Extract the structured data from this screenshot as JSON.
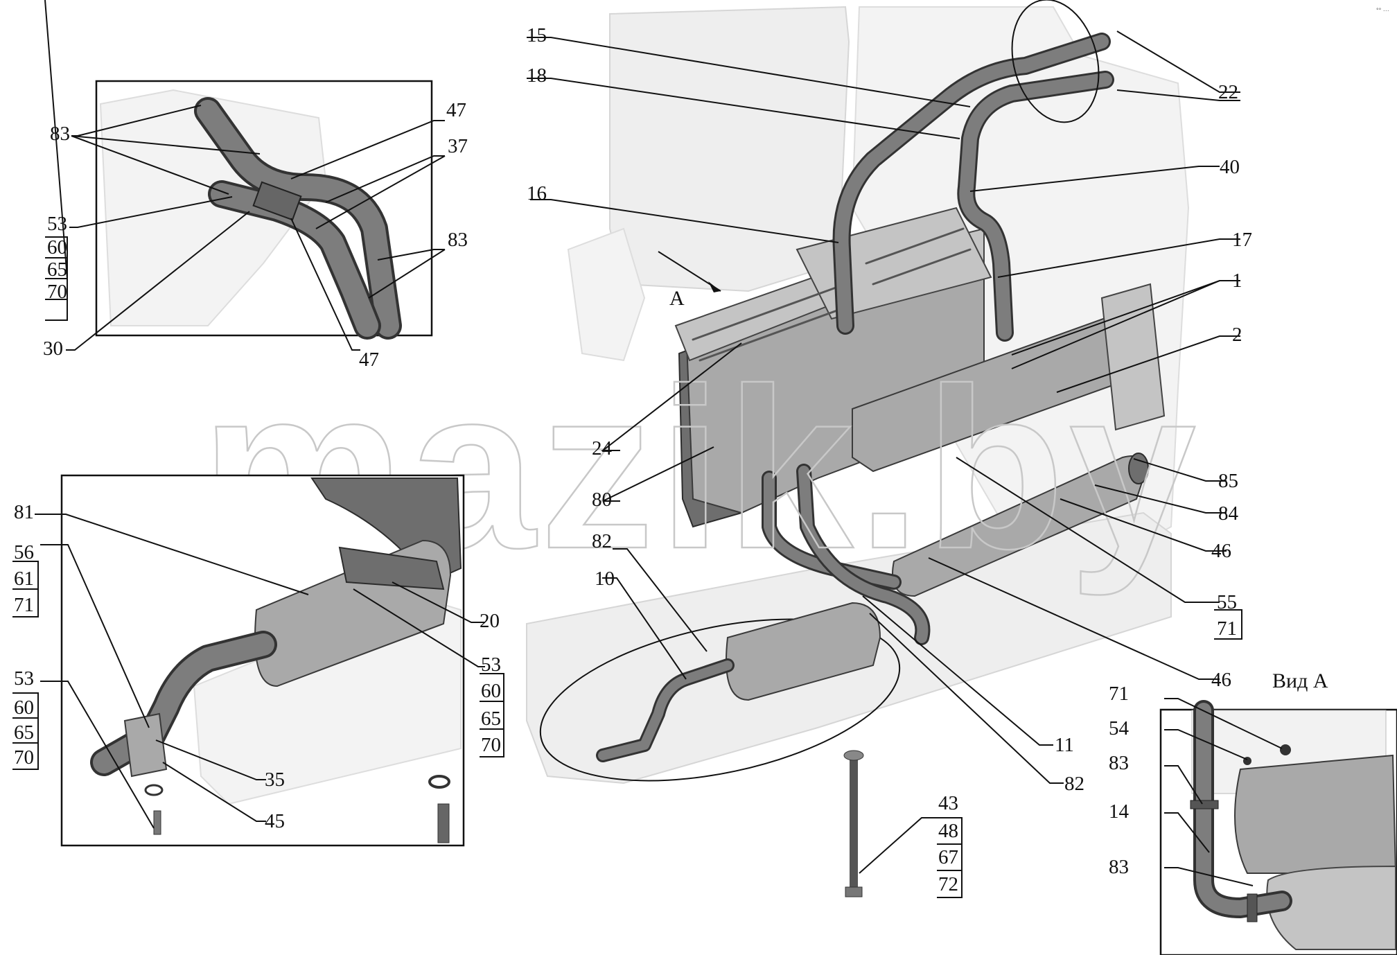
{
  "watermark": "mazik.by",
  "corner_mark": "°° ···",
  "view_title": "Вид А",
  "view_marker": "А",
  "labels": {
    "l15": "15",
    "l18": "18",
    "l16": "16",
    "l22": "22",
    "l40": "40",
    "l17": "17",
    "l1": "1",
    "l2": "2",
    "l24": "24",
    "l80": "80",
    "l85": "85",
    "l84": "84",
    "l46a": "46",
    "l55": "55",
    "l71a": "71",
    "l46b": "46",
    "l82a": "82",
    "l10": "10",
    "l11": "11",
    "l82b": "82",
    "l43": "43",
    "l48": "48",
    "l67": "67",
    "l72": "72",
    "i1_83a": "83",
    "i1_47a": "47",
    "i1_37": "37",
    "i1_53": "53",
    "i1_60": "60",
    "i1_65": "65",
    "i1_70": "70",
    "i1_83b": "83",
    "i1_30": "30",
    "i1_47b": "47",
    "i2_81": "81",
    "i2_56": "56",
    "i2_61": "61",
    "i2_71": "71",
    "i2_20": "20",
    "i2_53a": "53",
    "i2_60a": "60",
    "i2_65a": "65",
    "i2_70a": "70",
    "i2_53b": "53",
    "i2_60b": "60",
    "i2_65b": "65",
    "i2_70b": "70",
    "i2_35": "35",
    "i2_45": "45",
    "va_71": "71",
    "va_54": "54",
    "va_83a": "83",
    "va_14": "14",
    "va_83b": "83"
  }
}
